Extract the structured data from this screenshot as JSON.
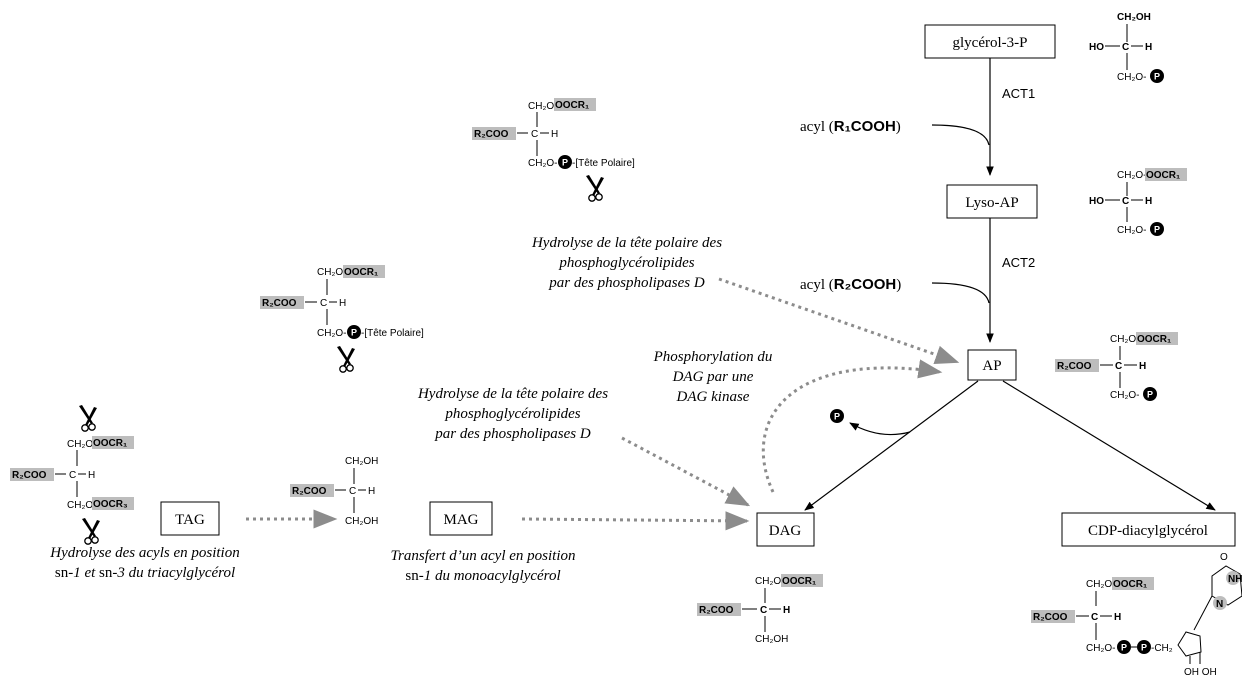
{
  "boxes": {
    "g3p": "glycérol-3-P",
    "lysoap": "Lyso-AP",
    "ap": "AP",
    "dag": "DAG",
    "cdp": "CDP-diacylglycérol",
    "tag": "TAG",
    "mag": "MAG"
  },
  "enzymes": {
    "act1": "ACT1",
    "act2": "ACT2"
  },
  "acyl_inputs": {
    "acyl1_prefix": "acyl (",
    "acyl1_formula": "R₁COOH",
    "acyl1_suffix": ")",
    "acyl2_prefix": "acyl (",
    "acyl2_formula": "R₂COOH",
    "acyl2_suffix": ")"
  },
  "captions": {
    "pld_top": [
      "Hydrolyse de la tête polaire des",
      "phosphoglycérolipides",
      "par des phospholipases D"
    ],
    "pld_mid": [
      "Hydrolyse de la tête polaire des",
      "phosphoglycérolipides",
      "par des phospholipases D"
    ],
    "dagk": [
      "Phosphorylation du",
      "DAG par une",
      "DAG kinase"
    ],
    "tag_line1": "Hydrolyse des acyls en position",
    "tag_line2_a": "sn-",
    "tag_line2_b": "1 et ",
    "tag_line2_c": "sn-",
    "tag_line2_d": "3 du triacylglycérol",
    "mag_line1": "Transfert d’un acyl en position",
    "mag_line2_a": "sn-",
    "mag_line2_b": "1 du monoacylglycérol"
  },
  "chem": {
    "ch2oh": "CH₂OH",
    "ho": "HO",
    "c": "C",
    "h": "H",
    "ch2o": "CH₂O-",
    "ooc_r1": "OOCR₁",
    "ooc_r3": "OOCR₃",
    "r2coo": "R₂COO",
    "p": "P",
    "tete_polaire": "-[Tête Polaire]",
    "ch2": "-CH₂",
    "ohoh": "OH OH",
    "nh": "NH",
    "n": "N",
    "o": "O"
  }
}
